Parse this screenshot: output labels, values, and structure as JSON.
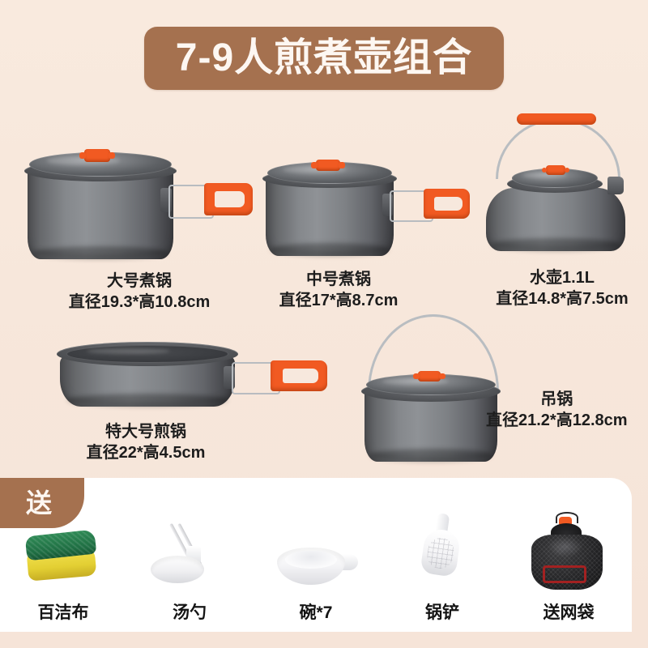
{
  "banner": {
    "title": "7-9人煎煮壶组合",
    "bg_color": "#a5714f",
    "text_color": "#fdf7f2"
  },
  "page": {
    "background_color": "#f7e8dd",
    "accent_orange": "#f15a22",
    "metal_gray": "#7e8185"
  },
  "products": [
    {
      "id": "large-pot",
      "name": "大号煮锅",
      "dimensions": "直径19.3*高10.8cm"
    },
    {
      "id": "medium-pot",
      "name": "中号煮锅",
      "dimensions": "直径17*高8.7cm"
    },
    {
      "id": "kettle",
      "name": "水壶1.1L",
      "dimensions": "直径14.8*高7.5cm"
    },
    {
      "id": "frying-pan",
      "name": "特大号煎锅",
      "dimensions": "直径22*高4.5cm"
    },
    {
      "id": "hanging-pot",
      "name": "吊锅",
      "dimensions": "直径21.2*高12.8cm"
    }
  ],
  "gift_panel": {
    "tab_label": "送",
    "items": [
      {
        "id": "scouring-pad",
        "label": "百洁布"
      },
      {
        "id": "soup-ladle",
        "label": "汤勺"
      },
      {
        "id": "bowls",
        "label": "碗*7"
      },
      {
        "id": "spatula",
        "label": "锅铲"
      },
      {
        "id": "mesh-bag",
        "label": "送网袋"
      }
    ]
  }
}
